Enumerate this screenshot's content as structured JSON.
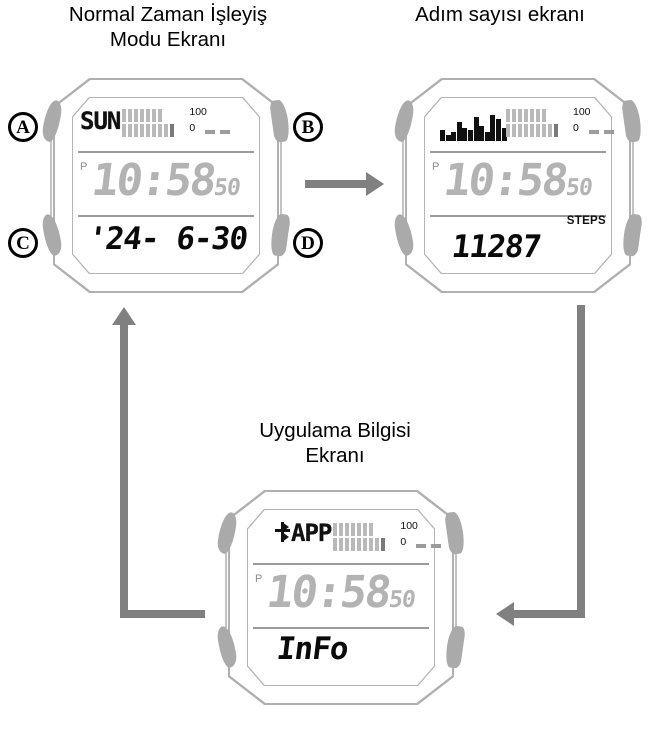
{
  "captions": {
    "normal_time": "Normal Zaman İşleyiş\nModu Ekranı",
    "normal_time_l1": "Normal Zaman İşleyiş",
    "normal_time_l2": "Modu Ekranı",
    "step_count_l1": "Adım sayısı ekranı",
    "app_info_l1": "Uygulama Bilgisi",
    "app_info_l2": "Ekranı"
  },
  "buttons": [
    {
      "id": "A",
      "label": "Ⓐ",
      "letter": "A",
      "position": "top-left"
    },
    {
      "id": "B",
      "label": "Ⓑ",
      "letter": "B",
      "position": "top-right"
    },
    {
      "id": "C",
      "label": "Ⓒ",
      "letter": "C",
      "position": "bottom-left"
    },
    {
      "id": "D",
      "label": "Ⓓ",
      "letter": "D",
      "position": "bottom-right"
    }
  ],
  "watch_normal_time": {
    "name": "Normal Zaman İşleyiş Modu Ekranı",
    "top_row_text": "SUN",
    "scale_high": "100",
    "scale_low": "0",
    "dashes": "_ _",
    "pm_indicator": "P",
    "time": "10:58",
    "seconds": "50",
    "bottom_row": "'24- 6-30",
    "bar_graph": {
      "top_bars": [
        1,
        1,
        1,
        1,
        1,
        1,
        1
      ],
      "bottom_bars": [
        1,
        1,
        1,
        1,
        1,
        1,
        1,
        1,
        1
      ],
      "last_dark": true
    }
  },
  "watch_step_count": {
    "name": "Adım sayısı ekranı",
    "scale_high": "100",
    "scale_low": "0",
    "dashes": "_ _",
    "pm_indicator": "P",
    "time": "10:58",
    "seconds": "50",
    "steps_label": "STEPS",
    "steps_value": "11287",
    "histogram": [
      5,
      3,
      4,
      9,
      6,
      5,
      11,
      7,
      4,
      12,
      10,
      6
    ]
  },
  "watch_app_info": {
    "name": "Uygulama Bilgisi Ekranı",
    "top_row_text": "APP",
    "app_icon": "bluetooth-app-icon",
    "scale_high": "100",
    "scale_low": "0",
    "dashes": "_ _",
    "pm_indicator": "P",
    "time": "10:58",
    "seconds": "50",
    "bottom_row": "InFo"
  },
  "flow": {
    "arrow1": "normal-time-to-step-count",
    "arrow2": "step-count-to-app-info",
    "arrow3": "app-info-to-normal-time"
  },
  "colors": {
    "case_outline": "#b0b0b0",
    "pusher": "#aaaaaa",
    "arrow": "#808080",
    "lcd_light_segment": "#b3b3b3",
    "lcd_dark_segment": "#0a0a0a"
  }
}
